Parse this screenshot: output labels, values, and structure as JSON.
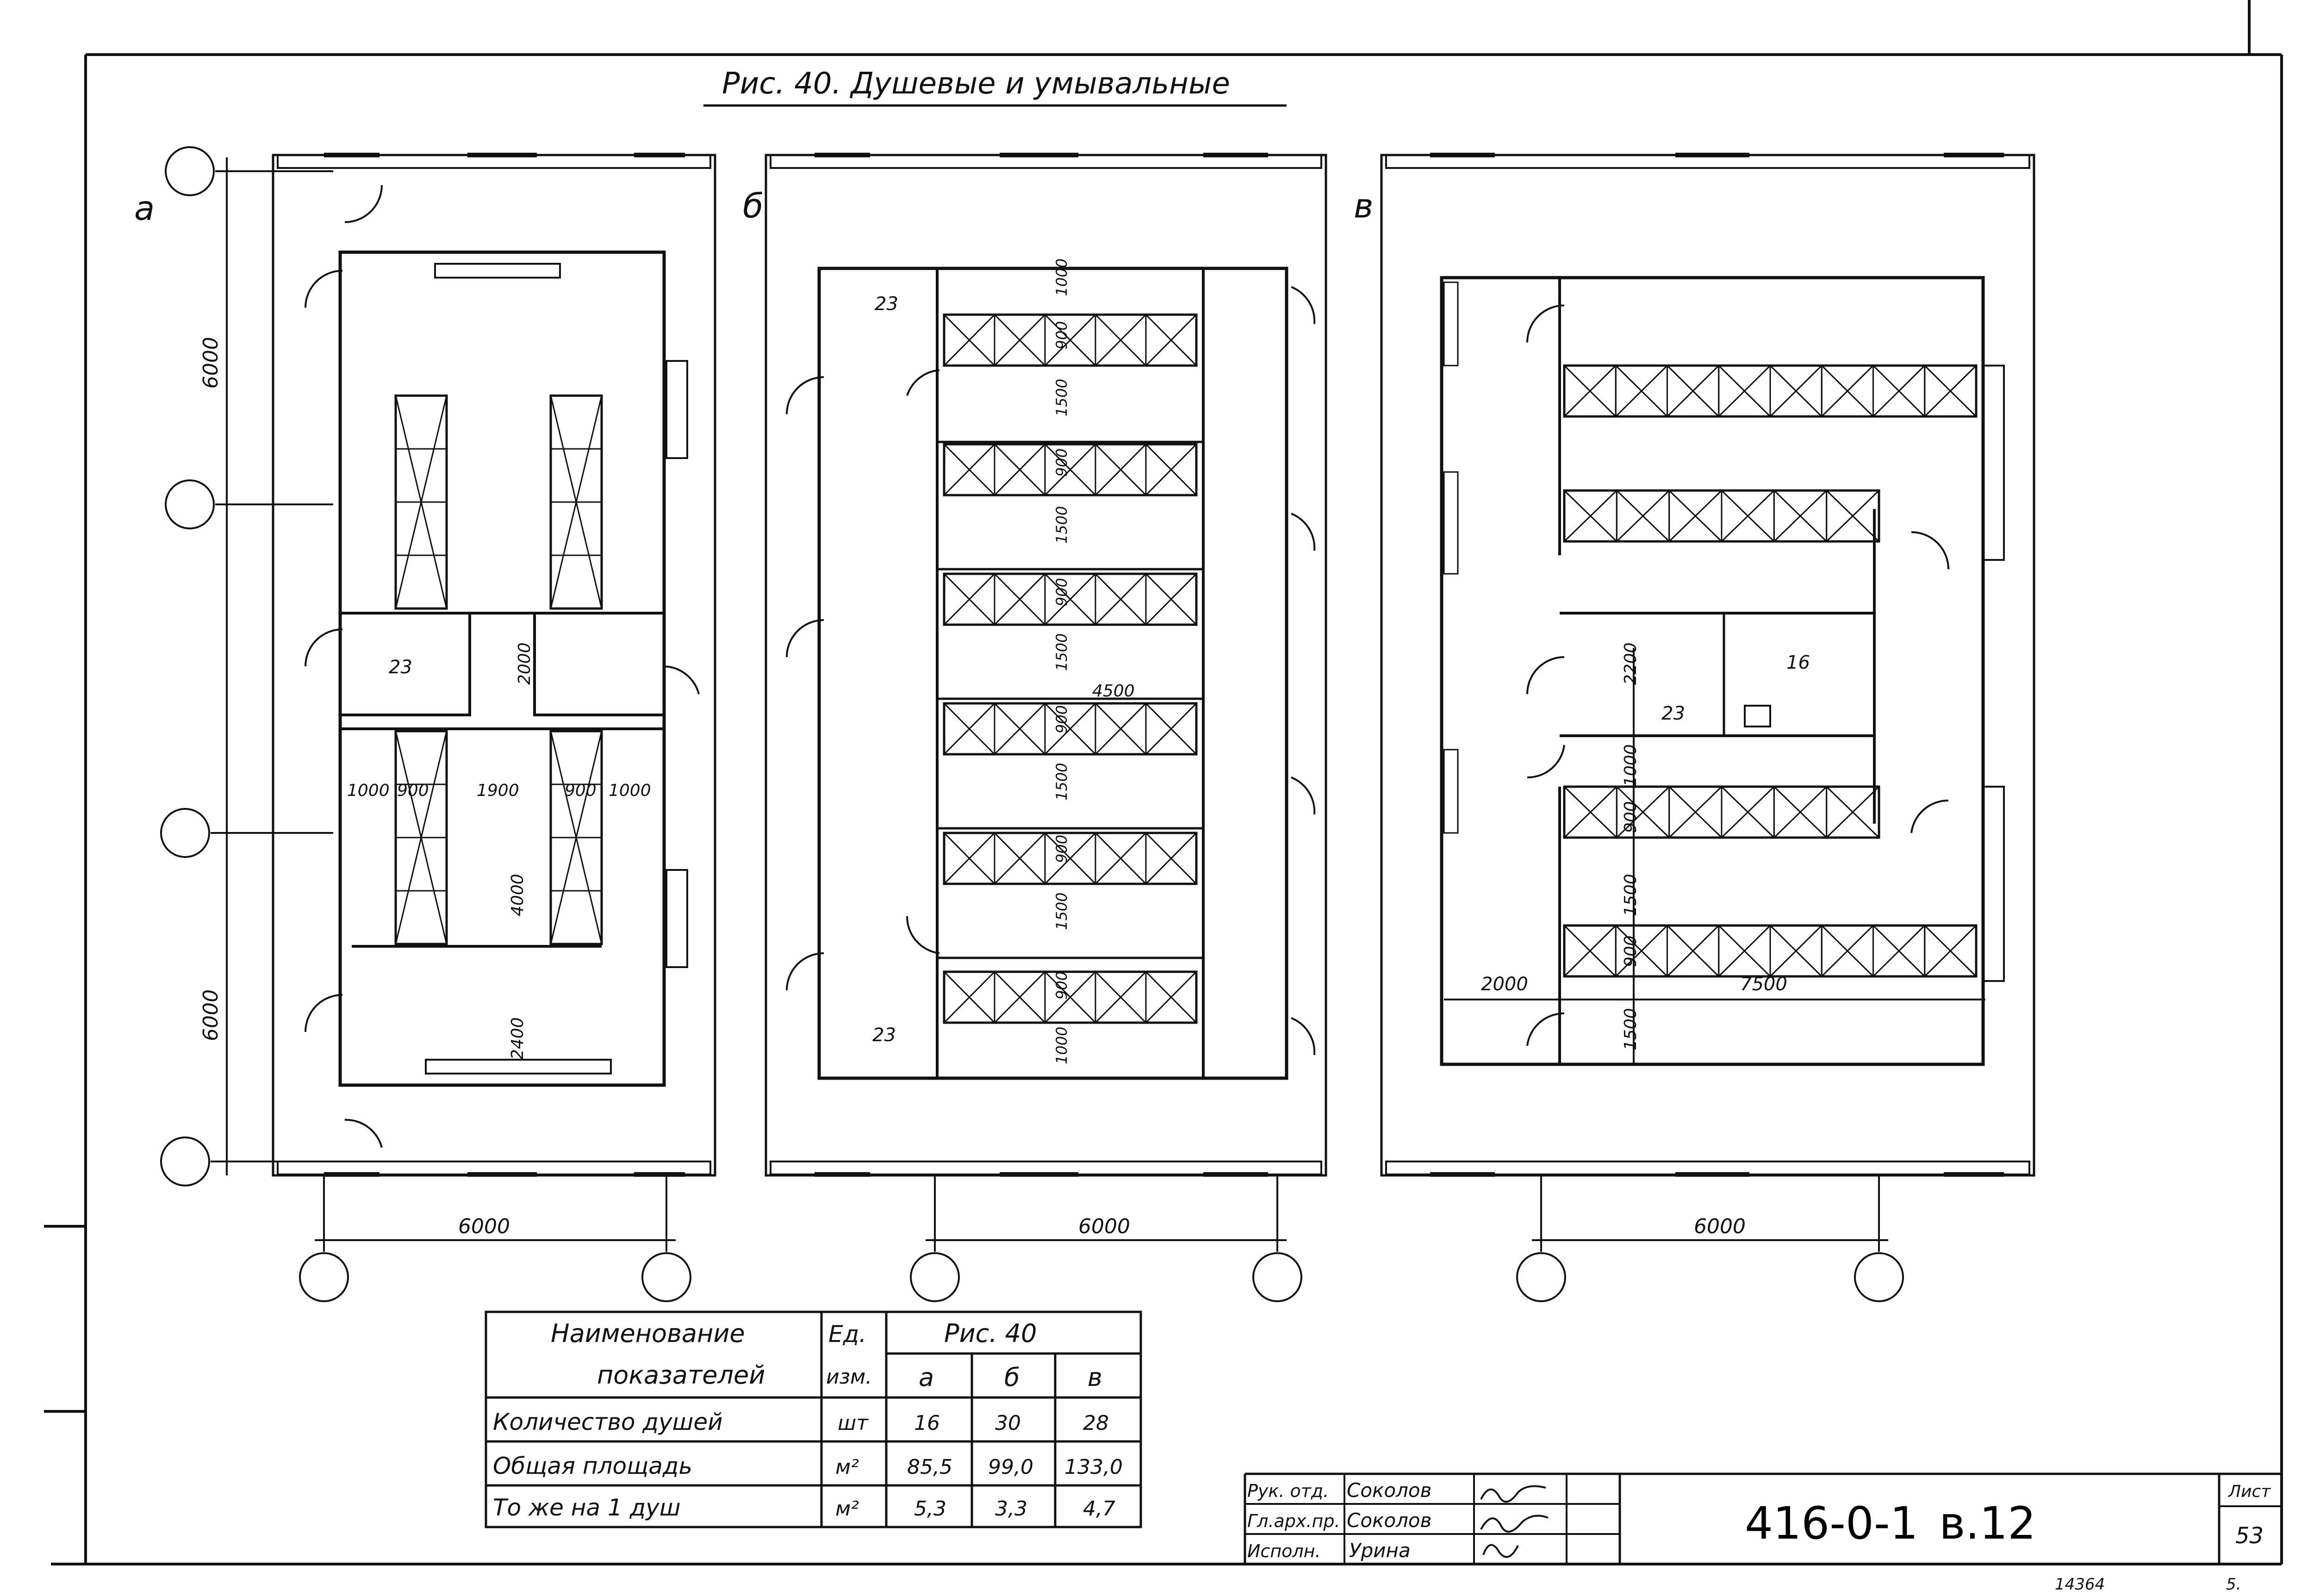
{
  "title": "Рис. 40. Душевые и умывальные",
  "plans": [
    {
      "letter": "а",
      "width_label": "6000",
      "height_labels": [
        "6000",
        "6000"
      ],
      "room_labels": [
        "23"
      ],
      "dims": [
        "2000",
        "1000",
        "900",
        "1900",
        "900",
        "1000",
        "4000",
        "2400"
      ]
    },
    {
      "letter": "б",
      "width_label": "6000",
      "room_labels": [
        "23",
        "23"
      ],
      "dims": [
        "1000",
        "900",
        "1500",
        "900",
        "1500",
        "900",
        "1500",
        "4500",
        "900",
        "1500",
        "900",
        "1500",
        "900",
        "1000"
      ]
    },
    {
      "letter": "в",
      "width_label": "6000",
      "room_labels": [
        "23",
        "16"
      ],
      "dims": [
        "2200",
        "1000",
        "900",
        "1500",
        "900",
        "2000",
        "1500",
        "7500"
      ]
    }
  ],
  "table": {
    "head_name_1": "Наименование",
    "head_name_2": "показателей",
    "head_unit_1": "Ед.",
    "head_unit_2": "изм.",
    "head_group": "Рис. 40",
    "cols": [
      "а",
      "б",
      "в"
    ],
    "rows": [
      {
        "name": "Количество душей",
        "unit": "шт",
        "values": [
          "16",
          "30",
          "28"
        ]
      },
      {
        "name": "Общая площадь",
        "unit": "м²",
        "values": [
          "85,5",
          "99,0",
          "133,0"
        ]
      },
      {
        "name": "То же на 1 душ",
        "unit": "м²",
        "values": [
          "5,3",
          "3,3",
          "4,7"
        ]
      }
    ]
  },
  "stamp": {
    "roles": [
      "Рук. отд.",
      "Гл.арх.пр.",
      "Исполн."
    ],
    "names": [
      "Соколов",
      "Соколов",
      "Урина"
    ],
    "code": "416-0-1",
    "volume": "в.12",
    "sheet_label": "Лист",
    "sheet_num": "53"
  },
  "corner_note": "14364",
  "corner_note_2": "5."
}
